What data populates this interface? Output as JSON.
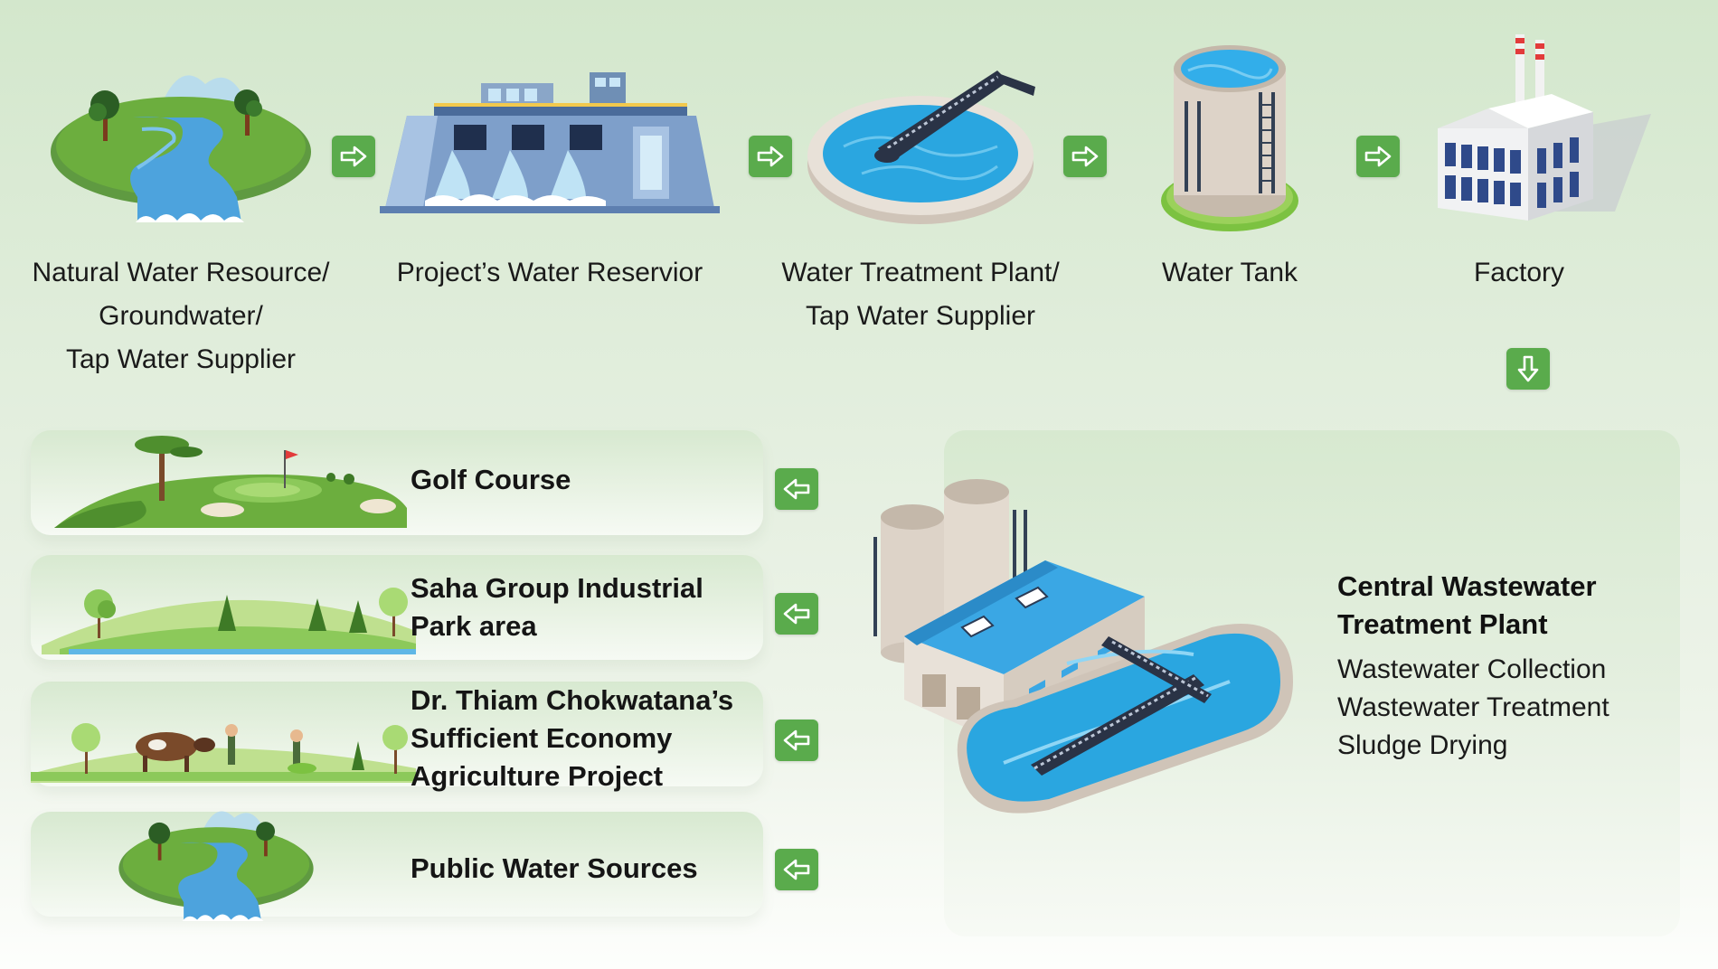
{
  "flow_top": [
    {
      "label": [
        "Natural Water Resource/",
        "Groundwater/",
        "Tap Water Supplier"
      ],
      "icon": "river-landscape-icon"
    },
    {
      "label": [
        "Project’s Water Reservior"
      ],
      "icon": "dam-reservoir-icon"
    },
    {
      "label": [
        "Water Treatment Plant/",
        "Tap Water Supplier"
      ],
      "icon": "clarifier-tank-icon"
    },
    {
      "label": [
        "Water Tank"
      ],
      "icon": "water-tank-icon"
    },
    {
      "label": [
        "Factory"
      ],
      "icon": "factory-icon"
    }
  ],
  "destinations": [
    {
      "title": [
        "Golf Course"
      ],
      "icon": "golf-course-icon"
    },
    {
      "title": [
        "Saha Group Industrial",
        "Park area"
      ],
      "icon": "park-landscape-icon"
    },
    {
      "title": [
        "Dr. Thiam Chokwatana’s",
        "Sufficient Economy",
        "Agriculture Project"
      ],
      "icon": "farm-icon"
    },
    {
      "title": [
        "Public Water Sources"
      ],
      "icon": "river-landscape-icon"
    }
  ],
  "cwtp": {
    "title": [
      "Central Wastewater",
      "Treatment Plant"
    ],
    "items": [
      "Wastewater Collection",
      "Wastewater Treatment",
      "Sludge Drying"
    ],
    "icon": "wastewater-plant-icon"
  },
  "colors": {
    "arrow": "#5aab4c",
    "water": "#35aee6",
    "grass": "#6cae3e",
    "panel": "#d7e9d0"
  }
}
